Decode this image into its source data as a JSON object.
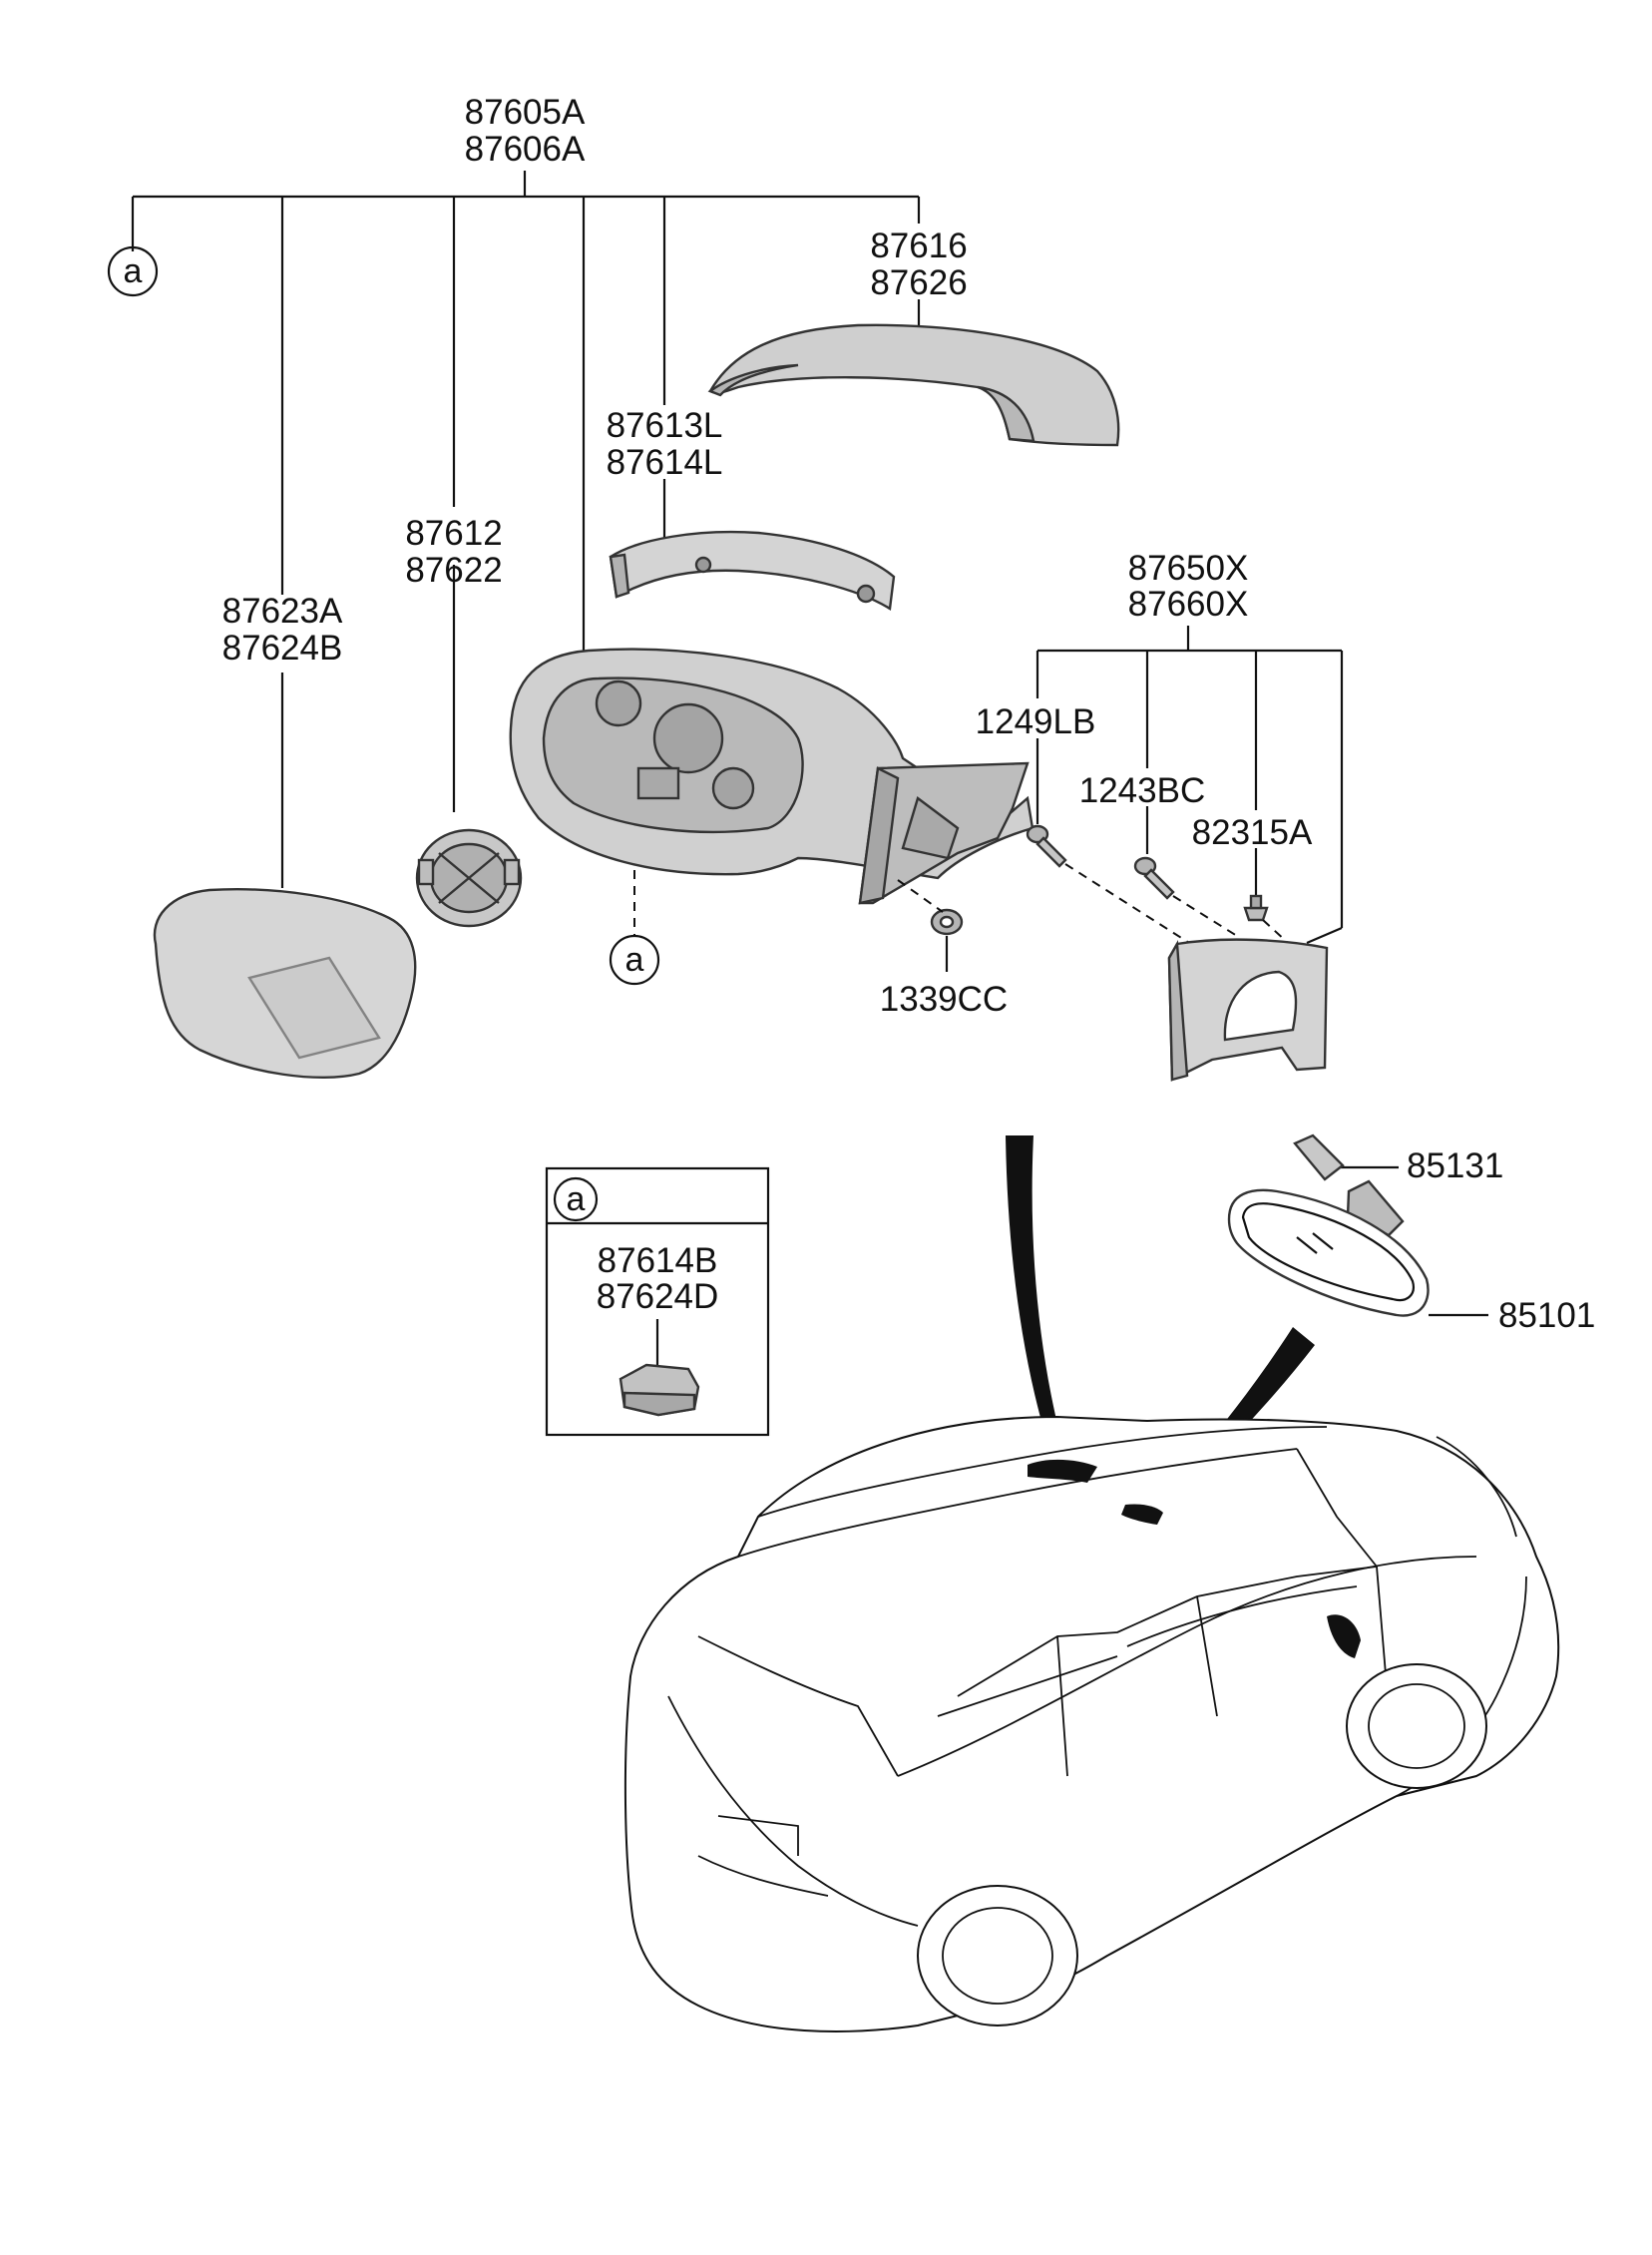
{
  "labels": {
    "assy_1": "87605A",
    "assy_2": "87606A",
    "cover_1": "87616",
    "cover_2": "87626",
    "lamp_1": "87613L",
    "lamp_2": "87614L",
    "actuator_1": "87612",
    "actuator_2": "87622",
    "glass_1": "87623A",
    "glass_2": "87624B",
    "cap_1": "87650X",
    "cap_2": "87660X",
    "screw_a": "1249LB",
    "screw_b": "1243BC",
    "clip": "82315A",
    "nut": "1339CC",
    "inset_1": "87614B",
    "inset_2": "87624D",
    "inside_wire": "85131",
    "inside_mirror": "85101",
    "ref_a": "a"
  },
  "colors": {
    "line": "#111111",
    "part_fill": "#d2d2d2",
    "part_shade": "#a8a8a8",
    "background": "#ffffff"
  }
}
